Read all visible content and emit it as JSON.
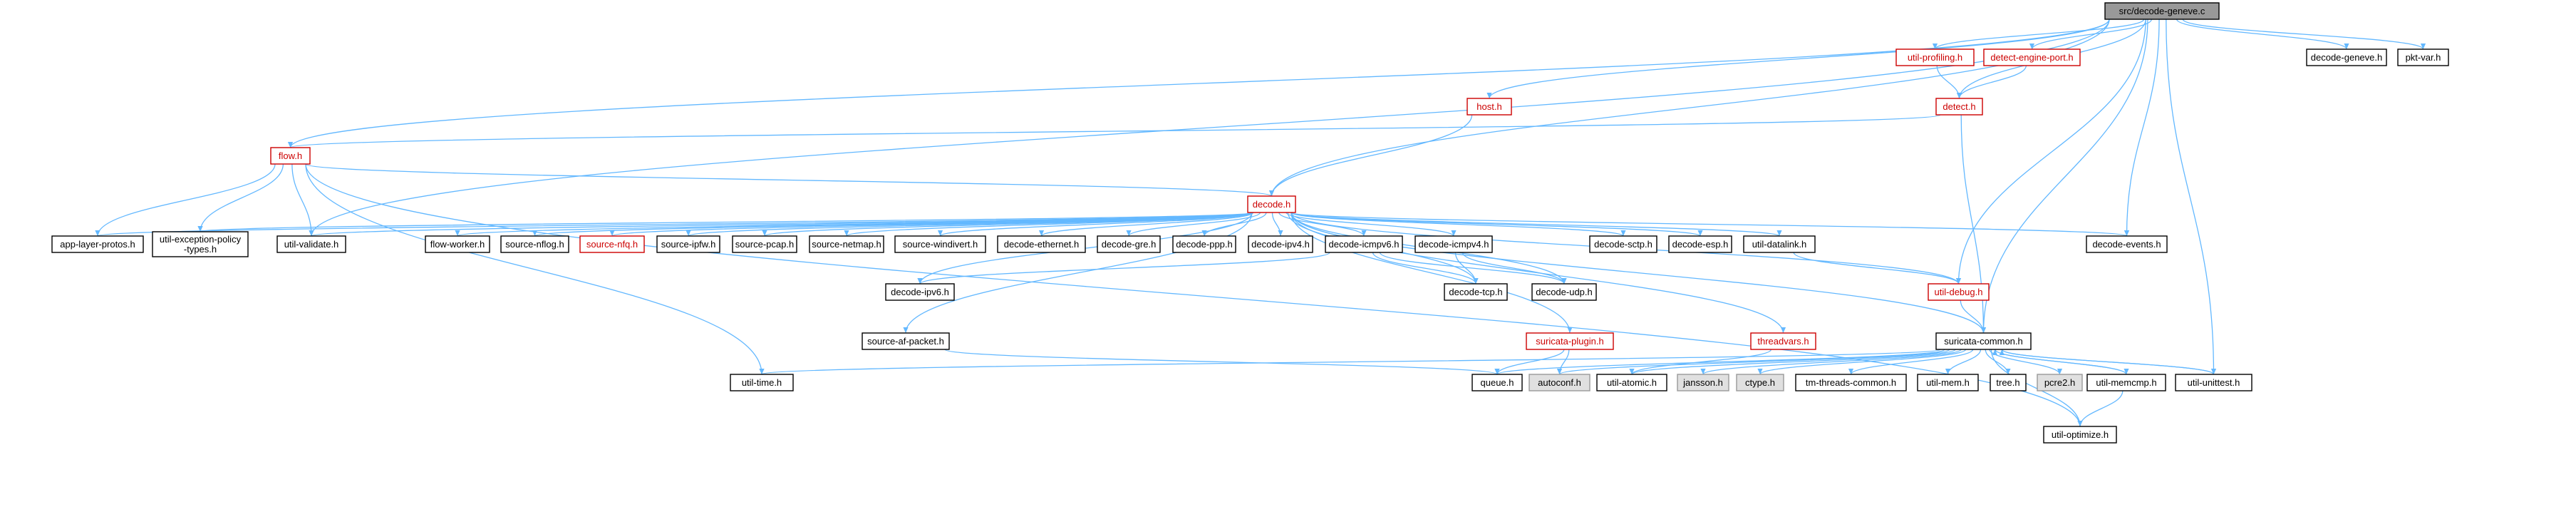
{
  "diagram": {
    "type": "include dependency graph",
    "colors": {
      "edge": "#63b8ff",
      "normal_border": "#000000",
      "normal_fill": "#ffffff",
      "incomplete_border": "#cc0000",
      "incomplete_text": "#cc0000",
      "root_fill": "#999999",
      "system_fill": "#e0e0e0",
      "system_border": "#999999"
    },
    "nodes": [
      {
        "id": "root",
        "label": "src/decode-geneve.c",
        "style": "root"
      },
      {
        "id": "util_profiling",
        "label": "util-profiling.h",
        "style": "incomplete"
      },
      {
        "id": "detect_engine_port",
        "label": "detect-engine-port.h",
        "style": "incomplete"
      },
      {
        "id": "decode_geneve_h",
        "label": "decode-geneve.h",
        "style": "normal"
      },
      {
        "id": "pkt_var",
        "label": "pkt-var.h",
        "style": "normal"
      },
      {
        "id": "host",
        "label": "host.h",
        "style": "incomplete"
      },
      {
        "id": "detect",
        "label": "detect.h",
        "style": "incomplete"
      },
      {
        "id": "flow",
        "label": "flow.h",
        "style": "incomplete"
      },
      {
        "id": "decode",
        "label": "decode.h",
        "style": "incomplete"
      },
      {
        "id": "app_layer_protos",
        "label": "app-layer-protos.h",
        "style": "normal"
      },
      {
        "id": "util_exception",
        "label": "util-exception-policy\n-types.h",
        "style": "normal"
      },
      {
        "id": "util_validate",
        "label": "util-validate.h",
        "style": "normal"
      },
      {
        "id": "flow_worker",
        "label": "flow-worker.h",
        "style": "normal"
      },
      {
        "id": "source_nflog",
        "label": "source-nflog.h",
        "style": "normal"
      },
      {
        "id": "source_nfq",
        "label": "source-nfq.h",
        "style": "incomplete"
      },
      {
        "id": "source_ipfw",
        "label": "source-ipfw.h",
        "style": "normal"
      },
      {
        "id": "source_pcap",
        "label": "source-pcap.h",
        "style": "normal"
      },
      {
        "id": "source_netmap",
        "label": "source-netmap.h",
        "style": "normal"
      },
      {
        "id": "source_windivert",
        "label": "source-windivert.h",
        "style": "normal"
      },
      {
        "id": "decode_ethernet",
        "label": "decode-ethernet.h",
        "style": "normal"
      },
      {
        "id": "decode_gre",
        "label": "decode-gre.h",
        "style": "normal"
      },
      {
        "id": "decode_ppp",
        "label": "decode-ppp.h",
        "style": "normal"
      },
      {
        "id": "decode_ipv4",
        "label": "decode-ipv4.h",
        "style": "normal"
      },
      {
        "id": "decode_icmpv6",
        "label": "decode-icmpv6.h",
        "style": "normal"
      },
      {
        "id": "decode_icmpv4",
        "label": "decode-icmpv4.h",
        "style": "normal"
      },
      {
        "id": "decode_sctp",
        "label": "decode-sctp.h",
        "style": "normal"
      },
      {
        "id": "decode_esp",
        "label": "decode-esp.h",
        "style": "normal"
      },
      {
        "id": "util_datalink",
        "label": "util-datalink.h",
        "style": "normal"
      },
      {
        "id": "decode_events",
        "label": "decode-events.h",
        "style": "normal"
      },
      {
        "id": "decode_ipv6",
        "label": "decode-ipv6.h",
        "style": "normal"
      },
      {
        "id": "decode_tcp",
        "label": "decode-tcp.h",
        "style": "normal"
      },
      {
        "id": "decode_udp",
        "label": "decode-udp.h",
        "style": "normal"
      },
      {
        "id": "util_debug",
        "label": "util-debug.h",
        "style": "incomplete"
      },
      {
        "id": "source_af_packet",
        "label": "source-af-packet.h",
        "style": "normal"
      },
      {
        "id": "suricata_plugin",
        "label": "suricata-plugin.h",
        "style": "incomplete"
      },
      {
        "id": "threadvars",
        "label": "threadvars.h",
        "style": "incomplete"
      },
      {
        "id": "suricata_common",
        "label": "suricata-common.h",
        "style": "normal"
      },
      {
        "id": "util_time",
        "label": "util-time.h",
        "style": "normal"
      },
      {
        "id": "queue",
        "label": "queue.h",
        "style": "normal"
      },
      {
        "id": "autoconf",
        "label": "autoconf.h",
        "style": "system"
      },
      {
        "id": "util_atomic",
        "label": "util-atomic.h",
        "style": "normal"
      },
      {
        "id": "jansson",
        "label": "jansson.h",
        "style": "system"
      },
      {
        "id": "ctype",
        "label": "ctype.h",
        "style": "system"
      },
      {
        "id": "tm_threads_common",
        "label": "tm-threads-common.h",
        "style": "normal"
      },
      {
        "id": "util_mem",
        "label": "util-mem.h",
        "style": "normal"
      },
      {
        "id": "tree",
        "label": "tree.h",
        "style": "normal"
      },
      {
        "id": "pcre2",
        "label": "pcre2.h",
        "style": "system"
      },
      {
        "id": "util_memcmp",
        "label": "util-memcmp.h",
        "style": "normal"
      },
      {
        "id": "util_unittest",
        "label": "util-unittest.h",
        "style": "normal"
      },
      {
        "id": "util_optimize",
        "label": "util-optimize.h",
        "style": "normal"
      }
    ],
    "edges": [
      [
        "root",
        "util_profiling"
      ],
      [
        "root",
        "detect_engine_port"
      ],
      [
        "root",
        "decode_geneve_h"
      ],
      [
        "root",
        "pkt_var"
      ],
      [
        "root",
        "host"
      ],
      [
        "root",
        "detect"
      ],
      [
        "root",
        "flow"
      ],
      [
        "root",
        "decode"
      ],
      [
        "root",
        "util_validate"
      ],
      [
        "root",
        "decode_events"
      ],
      [
        "root",
        "suricata_common"
      ],
      [
        "root",
        "util_unittest"
      ],
      [
        "root",
        "util_debug"
      ],
      [
        "util_profiling",
        "detect"
      ],
      [
        "detect_engine_port",
        "detect"
      ],
      [
        "detect",
        "flow"
      ],
      [
        "detect",
        "suricata_common"
      ],
      [
        "host",
        "decode"
      ],
      [
        "flow",
        "decode"
      ],
      [
        "flow",
        "app_layer_protos"
      ],
      [
        "flow",
        "util_exception"
      ],
      [
        "flow",
        "util_validate"
      ],
      [
        "flow",
        "util_time"
      ],
      [
        "flow",
        "util_optimize"
      ],
      [
        "decode",
        "app_layer_protos"
      ],
      [
        "decode",
        "util_exception"
      ],
      [
        "decode",
        "util_validate"
      ],
      [
        "decode",
        "flow_worker"
      ],
      [
        "decode",
        "source_nflog"
      ],
      [
        "decode",
        "source_nfq"
      ],
      [
        "decode",
        "source_ipfw"
      ],
      [
        "decode",
        "source_pcap"
      ],
      [
        "decode",
        "source_netmap"
      ],
      [
        "decode",
        "source_windivert"
      ],
      [
        "decode",
        "decode_ethernet"
      ],
      [
        "decode",
        "decode_gre"
      ],
      [
        "decode",
        "decode_ppp"
      ],
      [
        "decode",
        "decode_ipv4"
      ],
      [
        "decode",
        "decode_icmpv6"
      ],
      [
        "decode",
        "decode_icmpv4"
      ],
      [
        "decode",
        "decode_sctp"
      ],
      [
        "decode",
        "decode_esp"
      ],
      [
        "decode",
        "util_datalink"
      ],
      [
        "decode",
        "decode_events"
      ],
      [
        "decode",
        "decode_ipv6"
      ],
      [
        "decode",
        "decode_tcp"
      ],
      [
        "decode",
        "decode_udp"
      ],
      [
        "decode",
        "util_debug"
      ],
      [
        "decode",
        "source_af_packet"
      ],
      [
        "decode",
        "suricata_plugin"
      ],
      [
        "decode",
        "threadvars"
      ],
      [
        "decode",
        "suricata_common"
      ],
      [
        "decode_icmpv6",
        "decode_tcp"
      ],
      [
        "decode_icmpv6",
        "decode_udp"
      ],
      [
        "decode_icmpv6",
        "decode_ipv6"
      ],
      [
        "decode_icmpv4",
        "decode_tcp"
      ],
      [
        "decode_icmpv4",
        "decode_udp"
      ],
      [
        "util_datalink",
        "util_debug"
      ],
      [
        "util_debug",
        "suricata_common"
      ],
      [
        "source_af_packet",
        "queue"
      ],
      [
        "suricata_plugin",
        "queue"
      ],
      [
        "suricata_plugin",
        "autoconf"
      ],
      [
        "threadvars",
        "util_atomic"
      ],
      [
        "suricata_common",
        "util_time"
      ],
      [
        "suricata_common",
        "queue"
      ],
      [
        "suricata_common",
        "autoconf"
      ],
      [
        "suricata_common",
        "util_atomic"
      ],
      [
        "suricata_common",
        "jansson"
      ],
      [
        "suricata_common",
        "ctype"
      ],
      [
        "suricata_common",
        "tm_threads_common"
      ],
      [
        "suricata_common",
        "util_mem"
      ],
      [
        "suricata_common",
        "tree"
      ],
      [
        "suricata_common",
        "pcre2"
      ],
      [
        "suricata_common",
        "util_memcmp"
      ],
      [
        "suricata_common",
        "util_unittest"
      ],
      [
        "suricata_common",
        "util_optimize"
      ],
      [
        "util_memcmp",
        "suricata_common"
      ],
      [
        "util_memcmp",
        "util_optimize"
      ],
      [
        "util_unittest",
        "suricata_common"
      ]
    ]
  }
}
